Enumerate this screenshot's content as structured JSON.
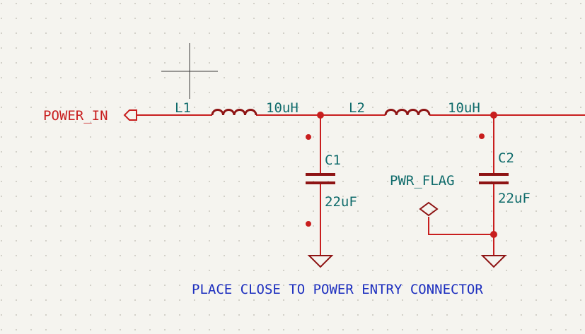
{
  "colors": {
    "background": "#f5f4ef",
    "grid_dot": "#b9b7ad",
    "wire": "#c81e1e",
    "symbol_body": "#8e1414",
    "junction": "#c81e1e",
    "net_label": "#c81e1e",
    "ref_text": "#0f6b6b",
    "note_text": "#1d2fbf",
    "cursor": "#3a3a3a"
  },
  "net_label": {
    "text": "POWER_IN"
  },
  "components": {
    "L1": {
      "ref": "L1",
      "value": "10uH"
    },
    "L2": {
      "ref": "L2",
      "value": "10uH"
    },
    "C1": {
      "ref": "C1",
      "value": "22uF"
    },
    "C2": {
      "ref": "C2",
      "value": "22uF"
    }
  },
  "power_flag": {
    "text": "PWR_FLAG"
  },
  "note": {
    "text": "PLACE CLOSE TO POWER ENTRY CONNECTOR"
  }
}
